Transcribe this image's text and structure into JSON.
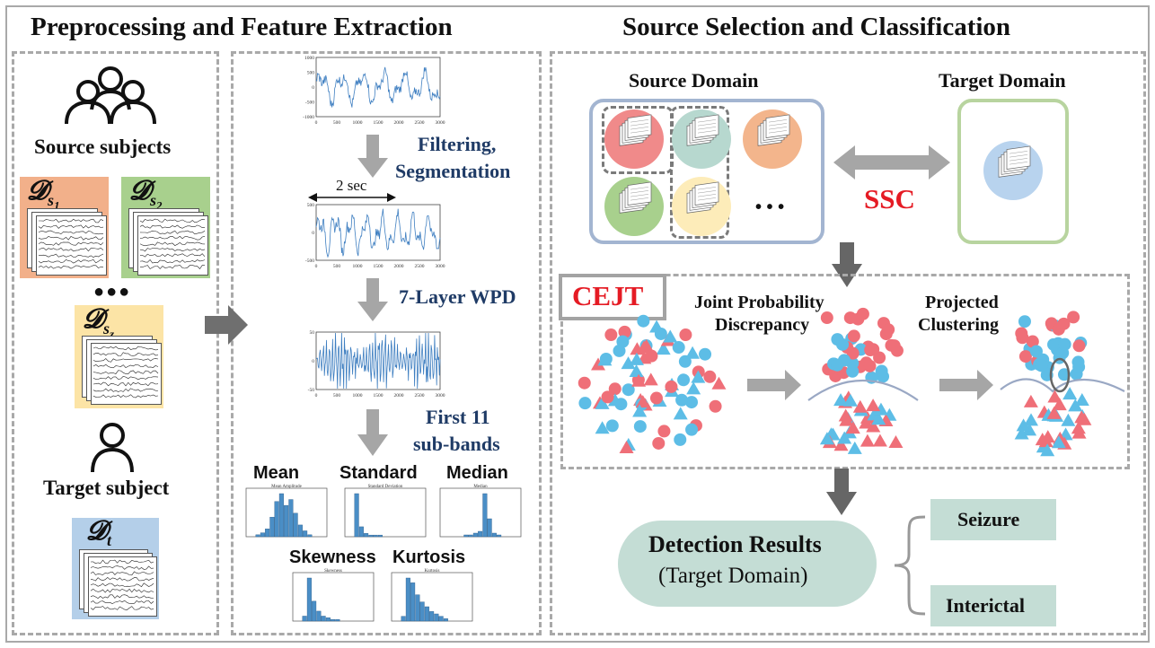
{
  "left_panel": {
    "title": "Preprocessing and Feature Extraction",
    "source_label": "Source subjects",
    "target_label": "Target subject",
    "ellipsis": "●●●",
    "datasets": [
      {
        "main": "𝓓",
        "sub": "s",
        "subsub": "1",
        "color": "#f2b08a"
      },
      {
        "main": "𝓓",
        "sub": "s",
        "subsub": "2",
        "color": "#a8d08d"
      },
      {
        "main": "𝓓",
        "sub": "s",
        "subsub": "z",
        "color": "#fce4a6"
      },
      {
        "main": "𝓓",
        "sub": "t",
        "subsub": "",
        "color": "#b4cfe9"
      }
    ],
    "steps": {
      "step1": "Filtering,",
      "step1b": "Segmentation",
      "window": "2 sec",
      "step2": "7-Layer WPD",
      "step3": "First 11",
      "step3b": "sub-bands"
    },
    "signal_ticks": {
      "x": [
        "0",
        "500",
        "1000",
        "1500",
        "2000",
        "2500",
        "3000"
      ],
      "y1": [
        "1000",
        "500",
        "0",
        "-500",
        "-1000"
      ],
      "y2": [
        "500",
        "0",
        "-500"
      ],
      "y3": [
        "50",
        "0",
        "-50"
      ]
    },
    "features": [
      "Mean",
      "Standard",
      "Median",
      "Skewness",
      "Kurtosis"
    ],
    "hist_titles": [
      "Mean Amplitude",
      "Standard Deviation",
      "Median",
      "Skewness",
      "Kurtosis"
    ]
  },
  "right_panel": {
    "title": "Source Selection and Classification",
    "source_domain": "Source Domain",
    "target_domain": "Target Domain",
    "ssc": "SSC",
    "more": "• • •",
    "cejt": "CEJT",
    "jpd_line1": "Joint Probability",
    "jpd_line2": "Discrepancy",
    "pc_line1": "Projected",
    "pc_line2": "Clustering",
    "result_line1": "Detection Results",
    "result_line2": "(Target Domain)",
    "out1": "Seizure",
    "out2": "Interictal"
  },
  "colors": {
    "red_dot": "#ef6f78",
    "blue_dot": "#5dbde6",
    "arrow": "#8c8c8c",
    "border": "#a9a9a9",
    "result_box": "#c4ddd5"
  }
}
